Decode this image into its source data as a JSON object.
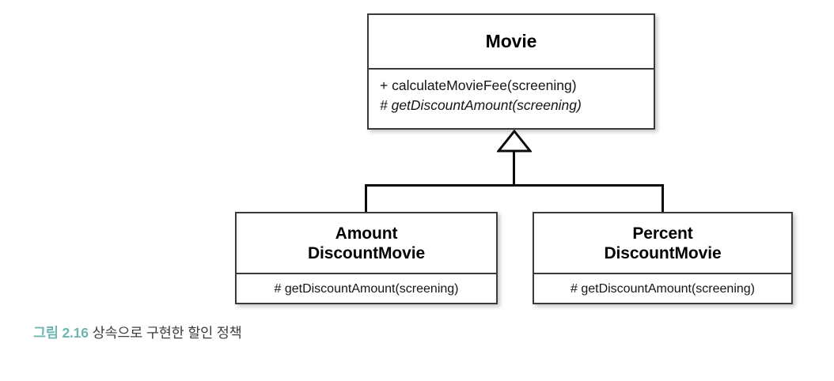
{
  "diagram": {
    "type": "uml-class-diagram",
    "relationship": "generalization",
    "classes": [
      {
        "id": "movie",
        "name": "Movie",
        "abstract": true,
        "members": [
          {
            "visibility": "+",
            "signature": "calculateMovieFee(screening)",
            "text": "+ calculateMovieFee(screening)",
            "abstract": false
          },
          {
            "visibility": "#",
            "signature": "getDiscountAmount(screening)",
            "text": "# getDiscountAmount(screening)",
            "abstract": true
          }
        ]
      },
      {
        "id": "amount_discount_movie",
        "name": "AmountDiscountMovie",
        "name_line1": "Amount",
        "name_line2": "DiscountMovie",
        "abstract": false,
        "members": [
          {
            "visibility": "#",
            "signature": "getDiscountAmount(screening)",
            "text": "# getDiscountAmount(screening)",
            "abstract": false
          }
        ]
      },
      {
        "id": "percent_discount_movie",
        "name": "PercentDiscountMovie",
        "name_line1": "Percent",
        "name_line2": "DiscountMovie",
        "abstract": false,
        "members": [
          {
            "visibility": "#",
            "signature": "getDiscountAmount(screening)",
            "text": "# getDiscountAmount(screening)",
            "abstract": false
          }
        ]
      }
    ],
    "arrow_icon": "hollow-triangle-generalization-icon"
  },
  "caption": {
    "label": "그림 2.16",
    "text": "상속으로 구현한 할인 정책",
    "label_color": "#6fb5b0",
    "text_color": "#3c3c3c"
  },
  "colors": {
    "background": "#ffffff",
    "box_border": "#3a3a3a",
    "connector": "#0b0b0b",
    "text": "#000000",
    "accent_teal": "#6fb5b0"
  }
}
